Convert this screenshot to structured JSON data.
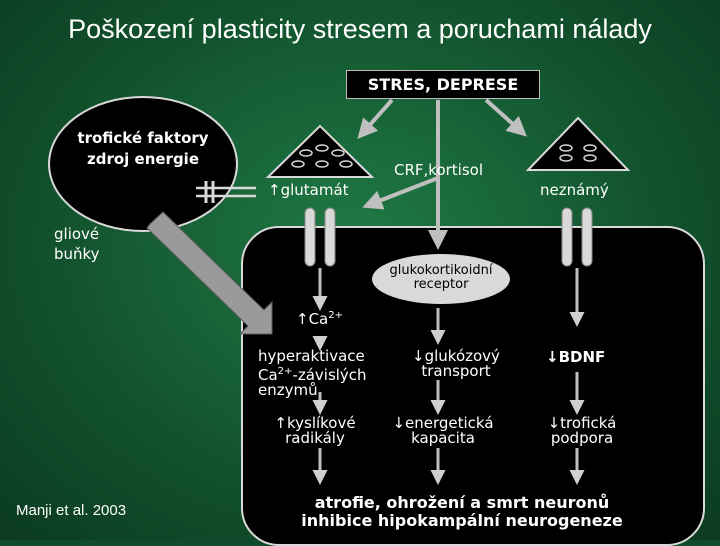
{
  "title": "Poškození plasticity stresem a poruchami nálady",
  "stress_box": "STRES, DEPRESE",
  "glia_circle": {
    "line1": "trofické faktory",
    "line2": "zdroj energie"
  },
  "glia_label": {
    "line1": "gliové",
    "line2": "buňky"
  },
  "crf_label": "CRF,kortisol",
  "glutamate_label": "glutamát",
  "unknown_label": "neznámý",
  "receptor": {
    "line1": "glukokortikoidní",
    "line2": "receptor"
  },
  "calcium": {
    "base": "Ca",
    "sup": "2+"
  },
  "hyperactivation": {
    "line1": "hyperaktivace",
    "line2_base": "Ca",
    "line2_sup": "2+",
    "line2_rest": "-závislých",
    "line3": "enzymů"
  },
  "glucose": {
    "line1": "glukózový",
    "line2": "transport"
  },
  "bdnf": "BDNF",
  "oxygen_radicals": {
    "line1": "kyslíkové",
    "line2": "radikály"
  },
  "energy": {
    "line1": "energetická",
    "line2": "kapacita"
  },
  "trophic": {
    "line1": "trofická",
    "line2": "podpora"
  },
  "outcome": {
    "line1": "atrofie, ohrožení a smrt neuronů",
    "line2": "inhibice hipokampální neurogeneze"
  },
  "citation": "Manji et al. 2003",
  "colors": {
    "background": "#13552f",
    "neuron": "#000000",
    "outline": "#d9d9d9",
    "text": "#ffffff",
    "receptor_fill": "#d9d9d9",
    "arrow": "#bfbfbf"
  },
  "icons": {
    "increase": "arrow-up-symbol",
    "decrease": "arrow-down-symbol",
    "inhibit": "double-bar-symbol"
  }
}
